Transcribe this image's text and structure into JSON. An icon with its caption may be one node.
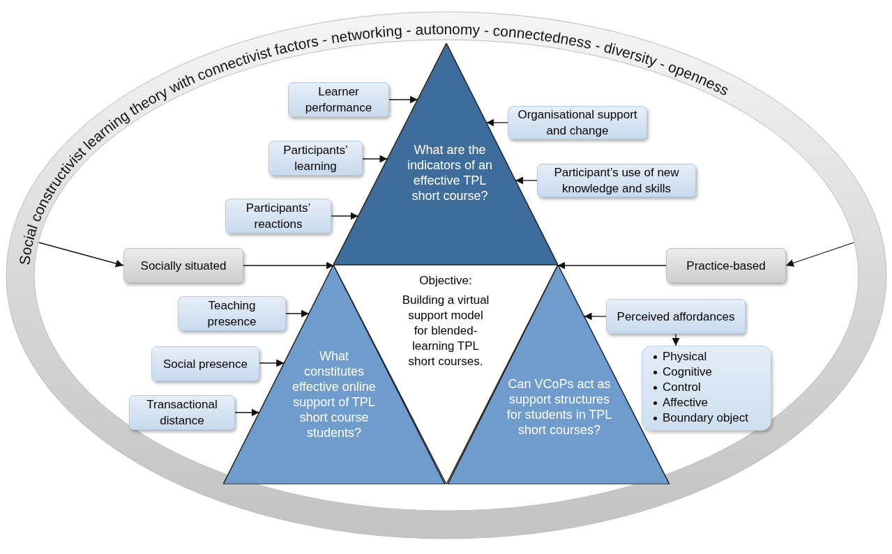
{
  "diagram": {
    "nodes": [
      {
        "text": [
          "Social constructivist learning theory with connectivist factors - networking - autonomy - connectedness - diversity - openness"
        ]
      },
      {
        "text": [
          "What are the indicators of an effective TPL short course?"
        ],
        "in": 0
      },
      {
        "text": [
          "What constitutes effective online support of TPL short course students?"
        ],
        "in": 0
      },
      {
        "text": [
          "Objective:",
          "Building a virtual support model for blended-learning TPL short courses."
        ],
        "in": 0
      },
      {
        "text": [
          "Can VCoPs act as support structures for students in TPL short courses?"
        ],
        "in": 0
      },
      {
        "text": [
          "Learner performance"
        ],
        "in": 0
      },
      {
        "text": [
          "Participants’ learning"
        ],
        "in": 0
      },
      {
        "text": [
          "Participants’ reactions"
        ],
        "in": 0
      },
      {
        "text": [
          "Organisational support and change"
        ],
        "in": 0
      },
      {
        "text": [
          "Participant’s use of new knowledge and skills"
        ],
        "in": 0
      },
      {
        "text": [
          "Socially situated"
        ],
        "in": 0
      },
      {
        "text": [
          "Practice-based"
        ],
        "in": 0
      },
      {
        "text": [
          "Teaching presence"
        ],
        "in": 0
      },
      {
        "text": [
          "Social presence"
        ],
        "in": 0
      },
      {
        "text": [
          "Transactional distance"
        ],
        "in": 0
      },
      {
        "text": [
          "Perceived affordances"
        ],
        "in": 0
      },
      {
        "text": [
          "Physical",
          "Cognitive",
          "Control",
          "Affective",
          "Boundary object"
        ],
        "in": 0
      }
    ],
    "edges": [
      {
        "from": 5,
        "to": 1,
        "arrow": "to"
      },
      {
        "from": 6,
        "to": 1,
        "arrow": "to"
      },
      {
        "from": 7,
        "to": 1,
        "arrow": "to"
      },
      {
        "from": 8,
        "to": 1,
        "arrow": "to"
      },
      {
        "from": 9,
        "to": 1,
        "arrow": "to"
      },
      {
        "from": 0,
        "to": 10,
        "arrow": "to"
      },
      {
        "from": 10,
        "to": 3,
        "arrow": "to"
      },
      {
        "from": 0,
        "to": 11,
        "arrow": "to"
      },
      {
        "from": 11,
        "to": 3,
        "arrow": "to"
      },
      {
        "from": 12,
        "to": 2,
        "arrow": "to"
      },
      {
        "from": 13,
        "to": 2,
        "arrow": "to"
      },
      {
        "from": 14,
        "to": 2,
        "arrow": "to"
      },
      {
        "from": 15,
        "to": 4,
        "arrow": "to"
      },
      {
        "from": 15,
        "to": 16,
        "arrow": "to"
      }
    ]
  }
}
